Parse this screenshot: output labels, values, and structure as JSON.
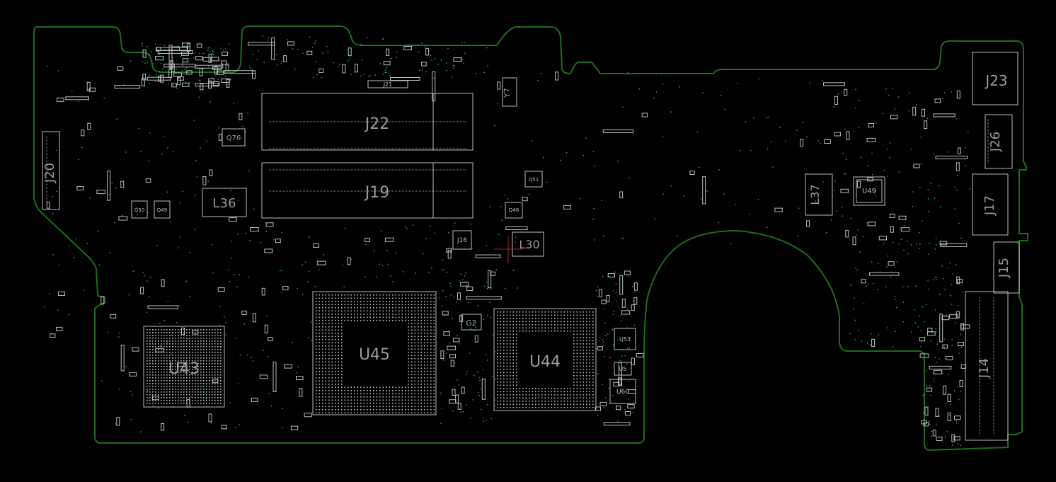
{
  "viewer": {
    "background": "#000000",
    "outline_color": "#1f6b1f",
    "part_color": "#bdbdbd",
    "testpoint_color": "#2fa3a3"
  },
  "labels": {
    "J22": "J22",
    "J19": "J19",
    "J21": "J21",
    "J20": "J20",
    "Q76": "Q76",
    "L36": "L36",
    "Q50": "Q50",
    "Q49": "Q49",
    "Y7": "Y7",
    "Q51": "Q51",
    "Q48": "Q48",
    "J16": "J16",
    "L30": "L30",
    "U43": "U43",
    "U45": "U45",
    "U44": "U44",
    "G2": "G2",
    "U53": "U53",
    "U5": "U5",
    "U60": "U60",
    "L37": "L37",
    "U49": "U49",
    "J23": "J23",
    "J26": "J26",
    "J17": "J17",
    "J15": "J15",
    "J14": "J14"
  }
}
